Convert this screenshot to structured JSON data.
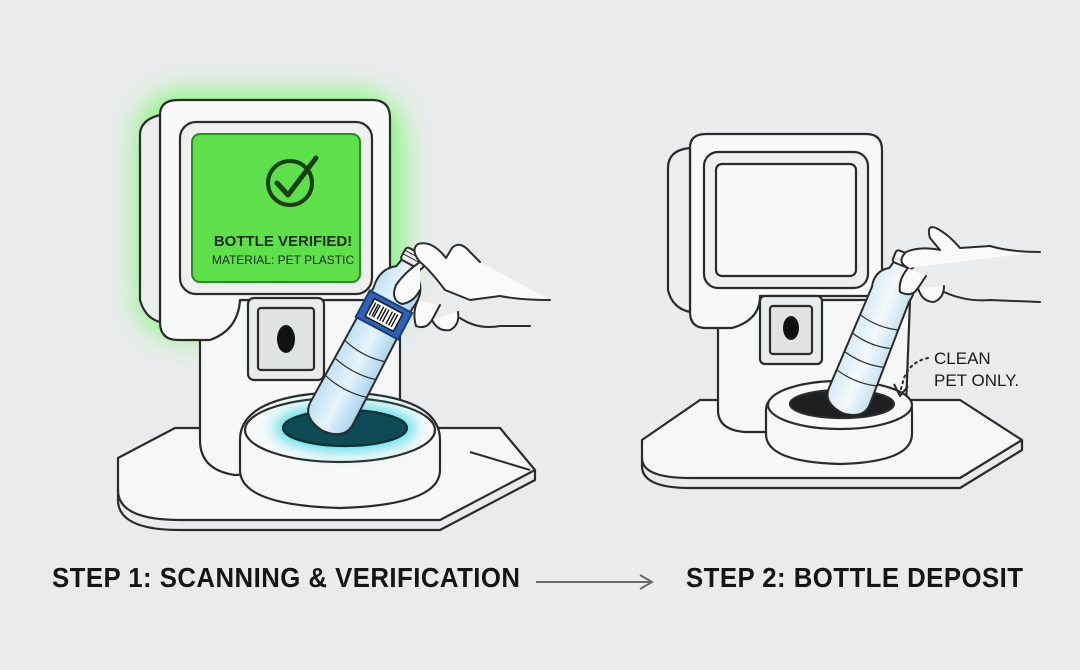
{
  "colors": {
    "background": "#e9ebec",
    "outline": "#2b2b2b",
    "screen_verified": "#5ee04a",
    "glow_green": "#4dff3a",
    "glow_cyan": "#22d8e6",
    "label_blue": "#2b63b8"
  },
  "step1": {
    "caption": "STEP 1: SCANNING & VERIFICATION",
    "screen": {
      "icon": "check-circle-icon",
      "title": "BOTTLE VERIFIED!",
      "subtitle": "MATERIAL: PET PLASTIC"
    }
  },
  "step2": {
    "caption": "STEP 2: BOTTLE DEPOSIT",
    "note_line1": "CLEAN",
    "note_line2": "PET ONLY."
  }
}
